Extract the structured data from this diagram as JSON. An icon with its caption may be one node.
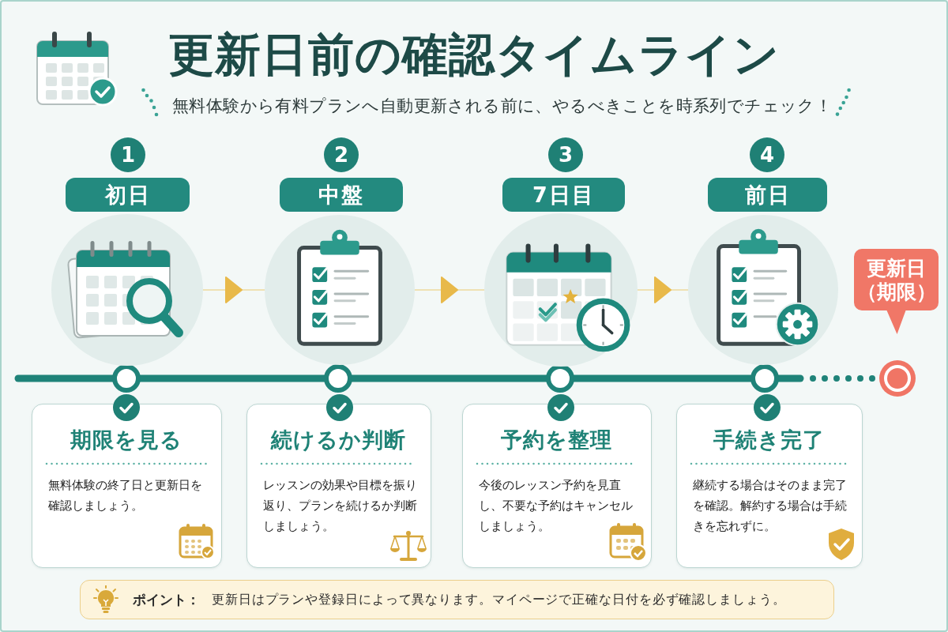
{
  "diagram": {
    "title": "更新日前の確認タイムライン",
    "nodes": [
      {
        "text": [
          "1"
        ]
      },
      {
        "text": [
          "初日"
        ]
      },
      {
        "text": [],
        "shape": "picture"
      },
      {
        "text": [
          "期限を見る",
          "無料体験の終了日と更新日を確認しましょう。"
        ]
      },
      {
        "text": [
          "2"
        ]
      },
      {
        "text": [
          "中盤"
        ]
      },
      {
        "text": [],
        "shape": "picture"
      },
      {
        "text": [
          "続けるか判断",
          "レッスンの効果や目標を振り返り、プランを続けるか判断しましょう。"
        ]
      },
      {
        "text": [
          "3"
        ]
      },
      {
        "text": [
          "7日目"
        ]
      },
      {
        "text": [],
        "shape": "picture"
      },
      {
        "text": [
          "予約を整理",
          "今後のレッスン予約を見直し、不要な予約はキャンセルしましょう。"
        ]
      },
      {
        "text": [
          "4"
        ]
      },
      {
        "text": [
          "前日"
        ]
      },
      {
        "text": [],
        "shape": "picture"
      },
      {
        "text": [
          "手続き完了",
          "継続する場合はそのまま完了を確認。解約する場合は手続きを忘れずに。"
        ]
      },
      {
        "text": [
          "更新日（期限）"
        ]
      },
      {
        "text": [
          "ポイント：",
          "更新日はプランや登録日によって異なります。マイページで正確な日付を必ず確認しましょう。"
        ]
      }
    ],
    "edges": [
      {
        "from": 2,
        "to": 6,
        "arrow": "to"
      },
      {
        "from": 6,
        "to": 10,
        "arrow": "to"
      },
      {
        "from": 10,
        "to": 14,
        "arrow": "to"
      }
    ],
    "labels": [
      "無料体験から有料プランへ自動更新される前に、やるべきことを時系列でチェック！"
    ]
  }
}
